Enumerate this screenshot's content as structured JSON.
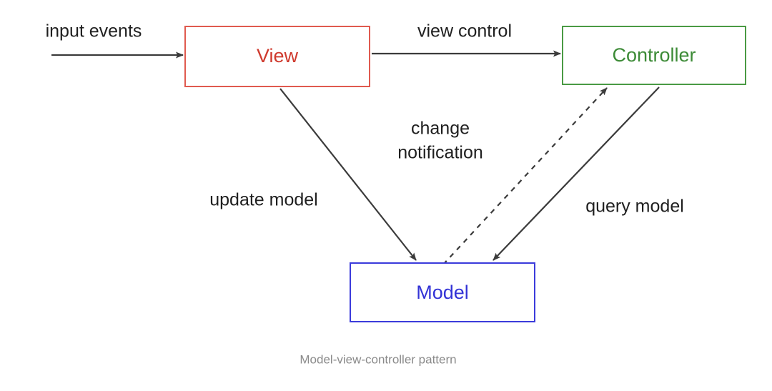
{
  "diagram": {
    "caption": "Model-view-controller pattern",
    "colors": {
      "view": "#cf3a2e",
      "view_border": "#e05a4f",
      "controller": "#3d8b37",
      "controller_border": "#4a9a44",
      "model": "#3333d6",
      "model_border": "#3b3bdb",
      "edge": "#3b3b3b",
      "label_text": "#1f1f1f",
      "caption_text": "#8a8a8a",
      "background": "#ffffff"
    },
    "nodes": [
      {
        "id": "view",
        "label": "View",
        "shape": "rectangle"
      },
      {
        "id": "controller",
        "label": "Controller",
        "shape": "rectangle"
      },
      {
        "id": "model",
        "label": "Model",
        "shape": "rectangle"
      }
    ],
    "edges": [
      {
        "id": "input-events",
        "label": "input events",
        "from": "external",
        "to": "view",
        "style": "solid",
        "arrow": "single"
      },
      {
        "id": "view-control",
        "label": "view control",
        "from": "view",
        "to": "controller",
        "style": "solid",
        "arrow": "single"
      },
      {
        "id": "update-model",
        "label": "update model",
        "from": "view",
        "to": "model",
        "style": "solid",
        "arrow": "single"
      },
      {
        "id": "change-notification",
        "label_line1": "change",
        "label_line2": "notification",
        "from": "model",
        "to": "controller",
        "style": "dashed",
        "arrow": "single"
      },
      {
        "id": "query-model",
        "label": "query model",
        "from": "controller",
        "to": "model",
        "style": "solid",
        "arrow": "single"
      }
    ]
  }
}
